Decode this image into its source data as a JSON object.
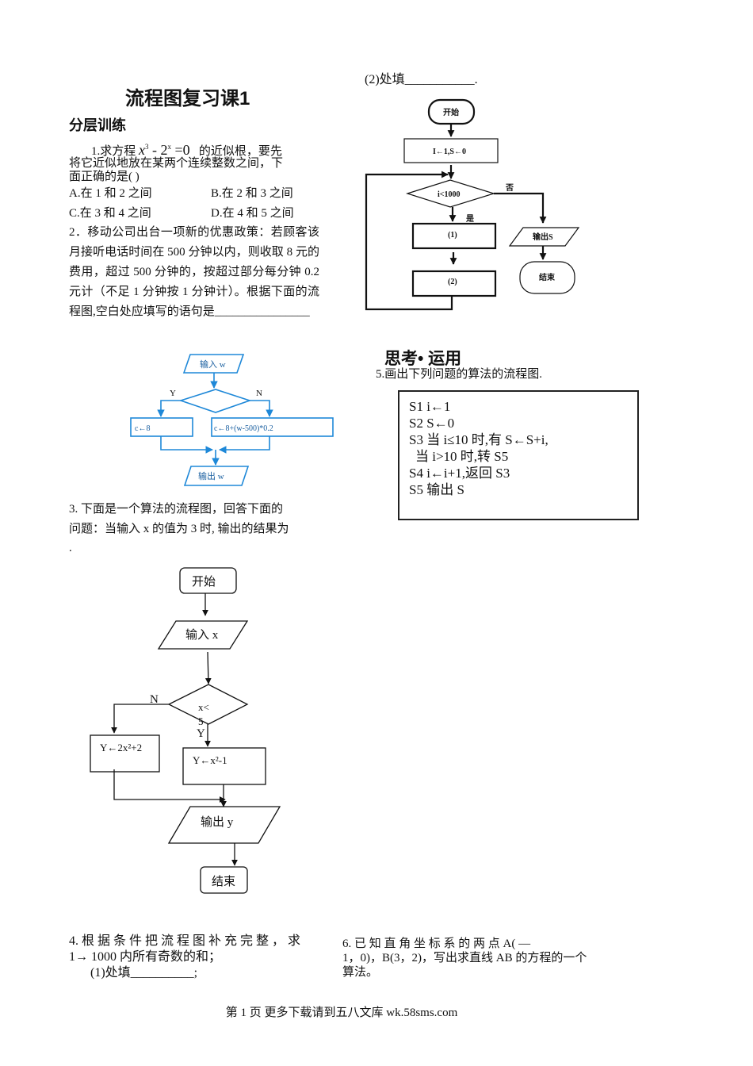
{
  "title": "流程图复习课1",
  "section1": "分层训练",
  "q1": {
    "prefix": "1.求方程",
    "formula_x": "x",
    "formula_exp1": "3",
    "formula_mid": " - 2",
    "formula_exp2": "x",
    "formula_end": " =0",
    "suffix": "的近似根，要先",
    "line2": "将它近似地放在某两个连续整数之间，下",
    "line3": "面正确的是(      )",
    "options": [
      "A.在 1 和 2 之间",
      "B.在 2 和 3 之间",
      "C.在 3 和 4 之间",
      "D.在 4 和 5 之间"
    ]
  },
  "q2": {
    "text": "2．移动公司出台一项新的优惠政策：若顾客该月接听电话时间在 500 分钟以内，则收取 8 元的费用，超过 500 分钟的，按超过部分每分钟 0.2 元计（不足 1 分钟按 1 分钟计）。根据下面的流程图,空白处应填写的语句是",
    "blank": "________________",
    "flow": {
      "input": "输入 w",
      "yes": "Y",
      "no": "N",
      "left_box": "c←8",
      "right_box": "c←8+(w-500)*0.2",
      "output": "输出 w",
      "color": "#1e88d8"
    }
  },
  "q3": {
    "line1": "3. 下面是一个算法的流程图，回答下面的",
    "line2": "问题：当输入 x 的值为 3 时, 输出的结果为",
    "line3": ".",
    "flow": {
      "start": "开始",
      "input": "输入 x",
      "cond1": "x<",
      "cond2": "5",
      "no": "N",
      "yes": "Y",
      "left_box": "Y←2x²+2",
      "right_box": "Y←x²-1",
      "output": "输出 y",
      "end": "结束"
    }
  },
  "q4": {
    "line1": "4. 根 据 条 件 把 流 程 图 补 充 完 整 ， 求",
    "line2": "1→ 1000 内所有奇数的和；",
    "fill1_label": "(1)处填",
    "fill1_blank": "__________",
    "fill1_end": ";",
    "fill2_label": "(2)处填",
    "fill2_blank": "___________",
    "fill2_end": ".",
    "flow": {
      "start": "开始",
      "init": "I←1,S←0",
      "cond": "i<1000",
      "no": "否",
      "yes": "是",
      "box1": "(1)",
      "box2": "(2)",
      "output": "输出S",
      "end": "结束"
    }
  },
  "section2": "思考• 运用",
  "q5": {
    "prompt": "5.画出下列问题的算法的流程图.",
    "steps": [
      "S1  i←1",
      "S2  S←0",
      "S3  当 i≤10 时,有 S←S+i,",
      "   当 i>10 时,转 S5",
      "S4  i←i+1,返回 S3",
      "S5  输出 S"
    ]
  },
  "q6": {
    "line1": "6. 已 知 直 角 坐 标 系 的 两 点 A( —",
    "line2": "1，0)，B(3，2)，写出求直线 AB 的方程的一个",
    "line3": "算法。"
  },
  "footer": "第 1 页 更多下载请到五八文库 wk.58sms.com"
}
